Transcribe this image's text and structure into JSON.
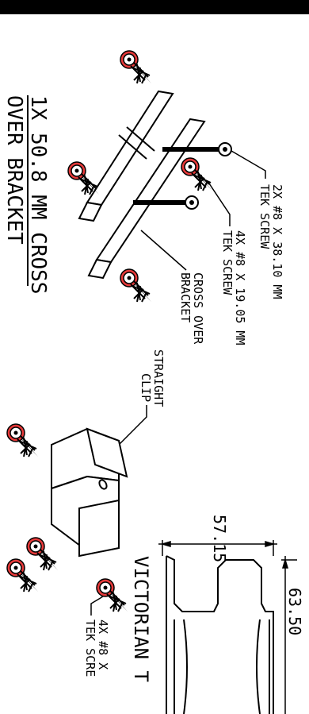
{
  "title": "1X 50.8 MM CROSS OVER BRACKET",
  "title_line1": "1X 50.8 MM CROSS",
  "title_line2": "OVER BRACKET",
  "callouts": {
    "tek_long_1": "2X #8 X 38.10 MM",
    "tek_long_2": "TEK SCREW",
    "tek_short_1": "4X #8 X 19.05 MM",
    "tek_short_2": "TEK SCREW",
    "cross_1": "CROSS OVER",
    "cross_2": "BRACKET",
    "clip_1": "STRAIGHT",
    "clip_2": "CLIP",
    "tek_clip_1": "4X #8 X",
    "tek_clip_2": "TEK SCRE"
  },
  "profile": {
    "label": "VICTORIAN T",
    "dim_height": "57.15",
    "dim_width": "63.50"
  },
  "colors": {
    "screw_washer": "#e83a3a",
    "line": "#000000"
  }
}
